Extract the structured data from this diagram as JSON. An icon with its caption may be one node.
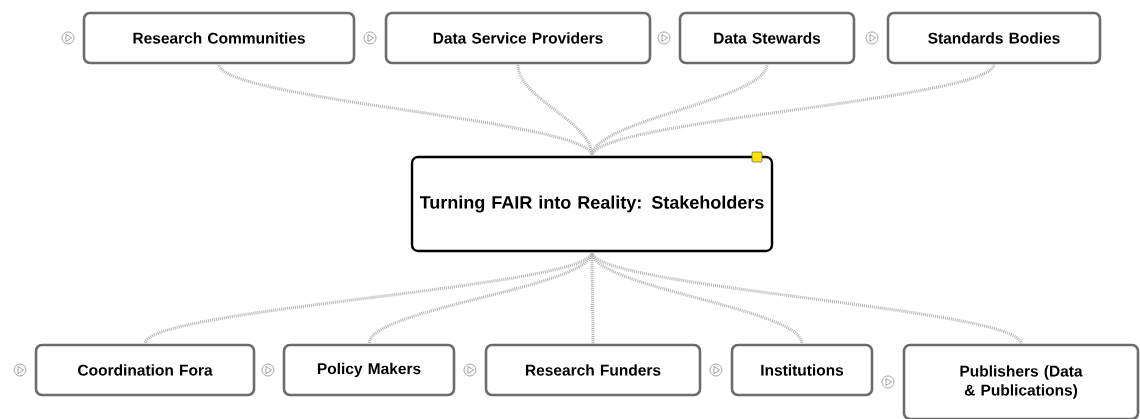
{
  "diagram": {
    "nodes": [
      {
        "text": [
          "Turning FAIR into Reality: Stakeholders"
        ]
      },
      {
        "text": [
          "Research Communities"
        ]
      },
      {
        "text": [
          "Data Service Providers"
        ]
      },
      {
        "text": [
          "Data Stewards"
        ]
      },
      {
        "text": [
          "Standards Bodies"
        ]
      },
      {
        "text": [
          "Coordination Fora"
        ]
      },
      {
        "text": [
          "Policy Makers"
        ]
      },
      {
        "text": [
          "Research Funders"
        ]
      },
      {
        "text": [
          "Institutions"
        ]
      },
      {
        "text": [
          "Publishers (Data & Publications)"
        ]
      }
    ],
    "edges": [
      {
        "from": 0,
        "to": 1,
        "arrow": "none"
      },
      {
        "from": 0,
        "to": 2,
        "arrow": "none"
      },
      {
        "from": 0,
        "to": 3,
        "arrow": "none"
      },
      {
        "from": 0,
        "to": 4,
        "arrow": "none"
      },
      {
        "from": 0,
        "to": 5,
        "arrow": "none"
      },
      {
        "from": 0,
        "to": 6,
        "arrow": "none"
      },
      {
        "from": 0,
        "to": 7,
        "arrow": "none"
      },
      {
        "from": 0,
        "to": 8,
        "arrow": "none"
      },
      {
        "from": 0,
        "to": 9,
        "arrow": "none"
      }
    ]
  }
}
